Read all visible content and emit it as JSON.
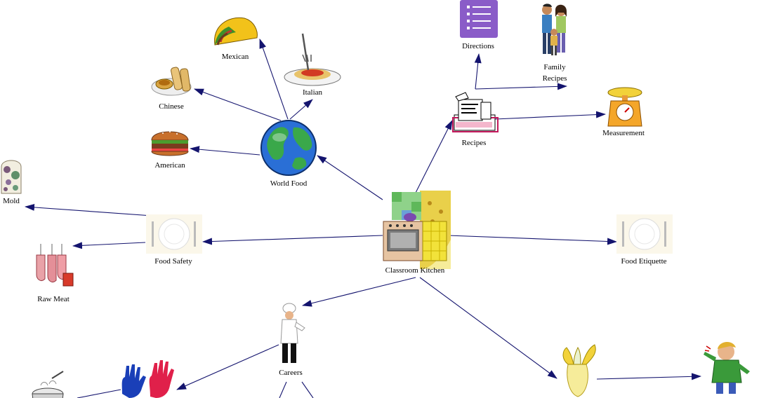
{
  "concept_map": {
    "title_node": "Classroom Kitchen",
    "nodes": {
      "classroom_kitchen": "Classroom Kitchen",
      "world_food": "World Food",
      "mexican": "Mexican",
      "italian": "Italian",
      "chinese": "Chinese",
      "american": "American",
      "recipes": "Recipes",
      "directions": "Directions",
      "family_recipes_line1": "Family",
      "family_recipes_line2": "Recipes",
      "measurement": "Measurement",
      "mold": "Mold",
      "food_safety": "Food Safety",
      "raw_meat": "Raw Meat",
      "food_etiquette": "Food Etiquette",
      "careers": "Careers"
    },
    "icons": {
      "classroom_kitchen": "kitchen-stove-icon",
      "world_food": "globe-icon",
      "mexican": "taco-icon",
      "italian": "spaghetti-icon",
      "chinese": "egg-roll-icon",
      "american": "hamburger-icon",
      "recipes": "recipe-printer-icon",
      "directions": "checklist-icon",
      "family_recipes": "family-icon",
      "measurement": "kitchen-scale-icon",
      "mold": "moldy-bread-icon",
      "food_safety": "plate-setting-icon",
      "raw_meat": "raw-meat-icon",
      "food_etiquette": "plate-setting-icon",
      "careers": "chef-icon",
      "handprints": "handprints-icon",
      "cooking_pot": "cooking-pot-icon",
      "banana": "banana-icon",
      "sick_person": "sick-person-icon"
    },
    "colors": {
      "arrow": "#14146e",
      "globe_ocean": "#2a6fd6",
      "globe_land": "#3aa84a",
      "directions_box": "#8a5cc8"
    }
  }
}
